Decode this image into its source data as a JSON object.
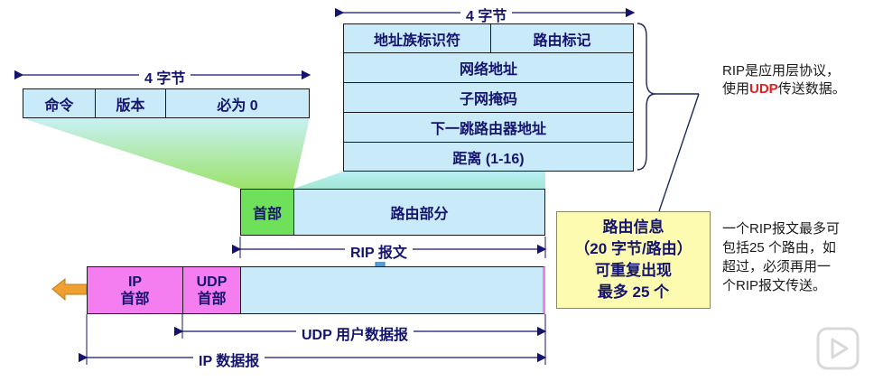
{
  "top_header": {
    "width_label": "4 字节",
    "row1": [
      "地址族标识符",
      "路由标记"
    ],
    "rows": [
      "网络地址",
      "子网掩码",
      "下一跳路由器地址",
      "距离 (1-16)"
    ]
  },
  "left_header": {
    "width_label": "4 字节",
    "fields": [
      "命令",
      "版本",
      "必为 0"
    ]
  },
  "rip_packet": {
    "header": "首部",
    "routing": "路由部分",
    "label": "RIP 报文"
  },
  "ip_packet": {
    "ip_header_line1": "IP",
    "ip_header_line2": "首部",
    "udp_header_line1": "UDP",
    "udp_header_line2": "首部",
    "udp_label": "UDP 用户数据报",
    "ip_label": "IP 数据报"
  },
  "route_info": {
    "line1": "路由信息",
    "line2": "（20 字节/路由）",
    "line3": "可重复出现",
    "line4": "最多 25 个"
  },
  "note1": {
    "part1": "RIP是应用层协议，",
    "part2": "使用",
    "udp": "UDP",
    "part3": "传送数据。"
  },
  "note2": {
    "lines": [
      "一个RIP报文最多可",
      "包括25 个路由，如",
      "超过，必须再用一",
      "个RIP报文传送。"
    ]
  },
  "colors": {
    "field_blue": "#c9eaf8",
    "header_green": "#6ee05a",
    "ip_magenta": "#f47ef0",
    "note_yellow": "#fdfbb0",
    "arrow_orange": "#f0a030",
    "arrow_blue": "#5b9ad5",
    "text_navy": "#14146e"
  },
  "watermark_icon": "play-icon"
}
